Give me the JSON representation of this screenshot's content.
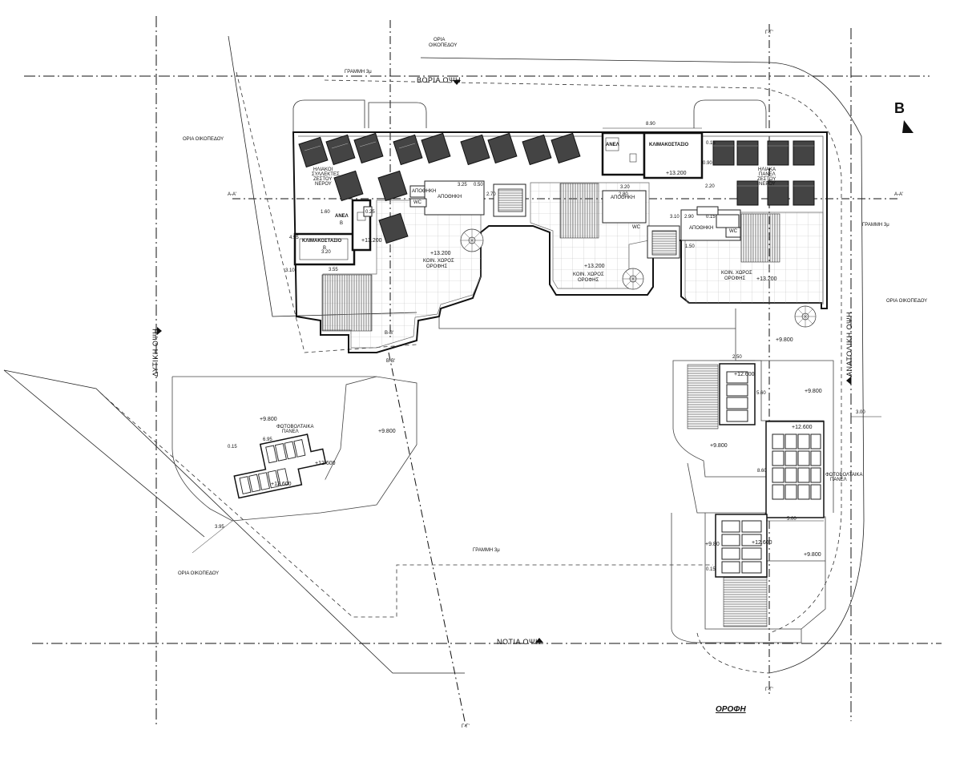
{
  "drawing_title": "ΟΡΟΦΗ",
  "north_label": "Β",
  "views": {
    "north": "ΒΟΡΙΑ ΟΨΗ",
    "south": "ΝΟΤΙΑ ΟΨΗ",
    "west": "ΔΥΤΙΚΗ ΟΨΗ",
    "east": "ΑΝΑΤΟΛΙΚΗ ΟΨΗ"
  },
  "boundary_labels": {
    "plot_top_1": "ΟΡΙΑ",
    "plot_top_2": "ΟΙΚΟΠΕΔΟΥ",
    "plot_left": "ΟΡΙΑ ΟΙΚΟΠΕΔΟΥ",
    "plot_right": "ΟΡΙΑ ΟΙΚΟΠΕΔΟΥ",
    "plot_bottom_left": "ΟΡΙΑ ΟΙΚΟΠΕΔΟΥ",
    "line_top": "ΓΡΑΜΜΗ 3μ",
    "line_right": "ΓΡΑΜΜΗ 3μ",
    "line_bottom": "ΓΡΑΜΜΗ 3μ"
  },
  "section_markers": {
    "a_left": "A-A'",
    "a_right": "A-A'",
    "b_top": "B-B'",
    "b_mid": "B-B'",
    "c_top": "Γ-Γ'",
    "c_bottom": "Γ-Γ'",
    "d_bottom": "Γ-Γ'"
  },
  "rooms": {
    "stair_left": "ΚΛΙΜΑΚΟΣΤΑΣΙΟ",
    "stair_left_sub": "B",
    "lift_left": "ΑΝΕΛ",
    "lift_left_sub": "B",
    "stair_right": "ΚΛΙΜΑΚΟΣΤΑΣΙΟ",
    "lift_right": "ΑΝΕΛ",
    "solar_left_1": "ΗΛΙΑΚΟΙ",
    "solar_left_2": "ΣΥΛΛΕΚΤΕΣ",
    "solar_left_3": "ΖΕΣΤΟΥ",
    "solar_left_4": "ΝΕΡΟΥ",
    "solar_right_1": "ΗΛΙΑΚΑ",
    "solar_right_2": "ΠΑΝΕΛ",
    "solar_right_3": "ΖΕΣΤΟΥ",
    "solar_right_4": "ΝΕΡΟΥ",
    "roof_garden_left_1": "ΚΟΙΝ. ΧΩΡΟΣ",
    "roof_garden_left_2": "ΟΡΟΦΗΣ",
    "roof_garden_mid_1": "ΚΟΙΝ. ΧΩΡΟΣ",
    "roof_garden_mid_2": "ΟΡΟΦΗΣ",
    "roof_garden_right_1": "ΚΟΙΝ. ΧΩΡΟΣ",
    "roof_garden_right_2": "ΟΡΟΦΗΣ",
    "storage_1": "ΑΠΟΘΗΚΗ",
    "storage_2": "ΑΠΟΘΗΚΗ",
    "storage_3": "ΑΠΟΘΗΚΗ",
    "storage_4": "ΑΠΟΘΗΚΗ",
    "wc_1": "WC",
    "wc_2": "WC",
    "wc_3": "WC",
    "pv_sw_1": "ΦΩΤΟΒΟΛΤΑΙΚΑ",
    "pv_sw_2": "ΠΑΝΕΛ",
    "pv_e_1": "ΦΩΤΟΒΟΛΤΑΙΚΑ",
    "pv_e_2": "ΠΑΝΕΛ"
  },
  "levels": {
    "l1": "+13.200",
    "l2": "+13.200",
    "l3": "+13.200",
    "l4": "+13.200",
    "l5": "+13.200",
    "l6": "+9.800",
    "l7": "+9.800",
    "l8": "+9.800",
    "l9": "+9.800",
    "l10": "+9.800",
    "l11": "+9.800",
    "l12": "+12.600",
    "l13": "+12.600",
    "l14": "+12.600",
    "l15": "+12.600",
    "l16": "+12.600",
    "l17": "+9.80"
  },
  "dims": {
    "d1": "8.90",
    "d2": "3.20",
    "d3": "0.90",
    "d4": "0.15",
    "d5": "2.20",
    "d6": "3.25",
    "d7": "0.50",
    "d8": "2.80",
    "d9": "3.10",
    "d10": "2.90",
    "d11": "0.15",
    "d12": "1.60",
    "d13": "0.25",
    "d14": "4.95",
    "d15": "3.20",
    "d16": "3.55",
    "d17": "2.50",
    "d18": "5.60",
    "d19": "3.00",
    "d20": "6.95",
    "d21": "0.15",
    "d22": "3.95",
    "d23": "8.60",
    "d24": "5.00",
    "d25": "0.15",
    "d26": "3.10",
    "d27": "2.70",
    "d28": "1.50"
  }
}
